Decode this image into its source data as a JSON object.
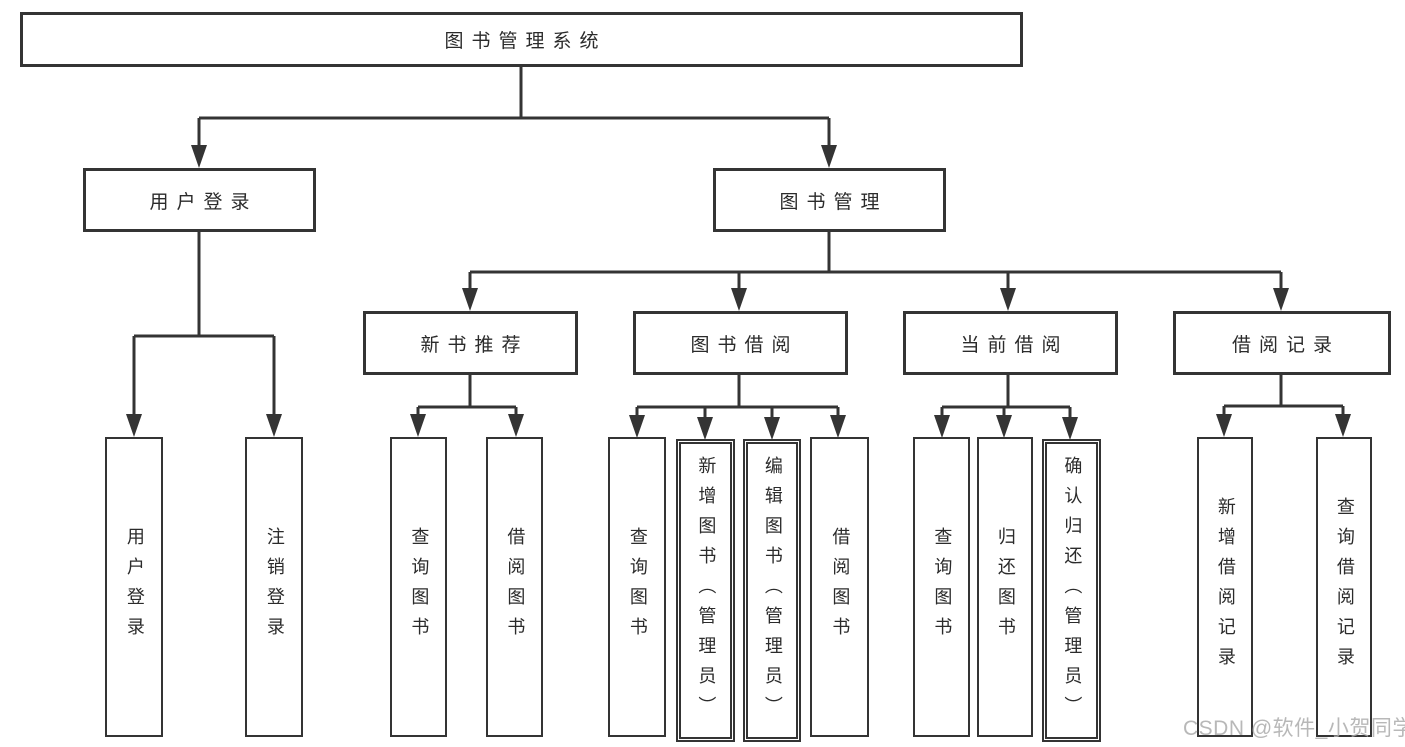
{
  "tree": {
    "label": "图书管理系统",
    "children": [
      {
        "label": "用户登录",
        "children": [
          {
            "label": "用户登录"
          },
          {
            "label": "注销登录"
          }
        ]
      },
      {
        "label": "图书管理",
        "children": [
          {
            "label": "新书推荐",
            "children": [
              {
                "label": "查询图书"
              },
              {
                "label": "借阅图书"
              }
            ]
          },
          {
            "label": "图书借阅",
            "children": [
              {
                "label": "查询图书"
              },
              {
                "label": "新增图书（管理员）"
              },
              {
                "label": "编辑图书（管理员）"
              },
              {
                "label": "借阅图书"
              }
            ]
          },
          {
            "label": "当前借阅",
            "children": [
              {
                "label": "查询图书"
              },
              {
                "label": "归还图书"
              },
              {
                "label": "确认归还（管理员）"
              }
            ]
          },
          {
            "label": "借阅记录",
            "children": [
              {
                "label": "新增借阅记录"
              },
              {
                "label": "查询借阅记录"
              }
            ]
          }
        ]
      }
    ]
  },
  "watermark": {
    "text": "CSDN @软件_小贺同学"
  },
  "colors": {
    "background": "#ffffff",
    "line": "#343434",
    "box_border": "#343434",
    "text": "#2b2b2b",
    "watermark": "#acacac"
  }
}
